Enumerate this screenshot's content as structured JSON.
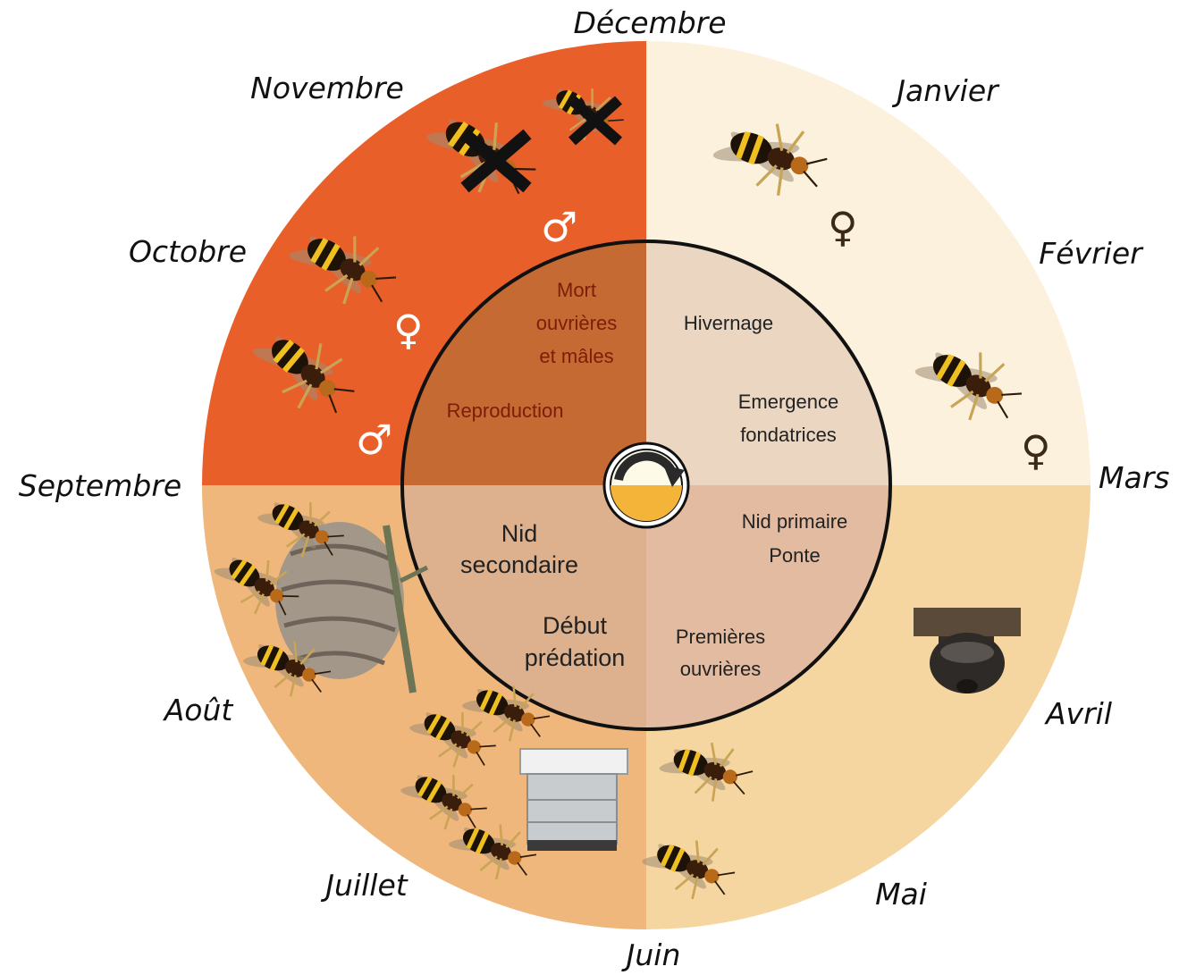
{
  "months": {
    "decembre": "Décembre",
    "janvier": "Janvier",
    "fevrier": "Février",
    "mars": "Mars",
    "avril": "Avril",
    "mai": "Mai",
    "juin": "Juin",
    "juillet": "Juillet",
    "aout": "Août",
    "septembre": "Septembre",
    "octobre": "Octobre",
    "novembre": "Novembre"
  },
  "phases": {
    "top_left": {
      "line1": "Mort",
      "line2": "ouvrières",
      "line3": "et mâles",
      "line4": "Reproduction"
    },
    "top_right": {
      "line1": "Hivernage",
      "line2": "Emergence",
      "line3": "fondatrices"
    },
    "bottom_right": {
      "line1": "Nid primaire",
      "line2": "Ponte",
      "line3": "Premières",
      "line4": "ouvrières"
    },
    "bottom_left": {
      "line1": "Nid",
      "line2": "secondaire",
      "line3": "Début",
      "line4": "prédation"
    }
  },
  "symbols": {
    "male": "♂",
    "female": "♀"
  },
  "icons": [
    "hornet-icon",
    "cross-mark-icon",
    "nest-icon",
    "beehive-icon",
    "cycle-arrow-icon"
  ],
  "colors": {
    "autumn_outer": "#e85f2a",
    "autumn_inner": "#c56a32",
    "winter_outer": "#fcf1dc",
    "winter_inner": "#ead6c1",
    "spring_outer": "#f6d6a0",
    "spring_inner": "#e3bba0",
    "summer_outer": "#efb77b",
    "summer_inner": "#ddb18e"
  }
}
